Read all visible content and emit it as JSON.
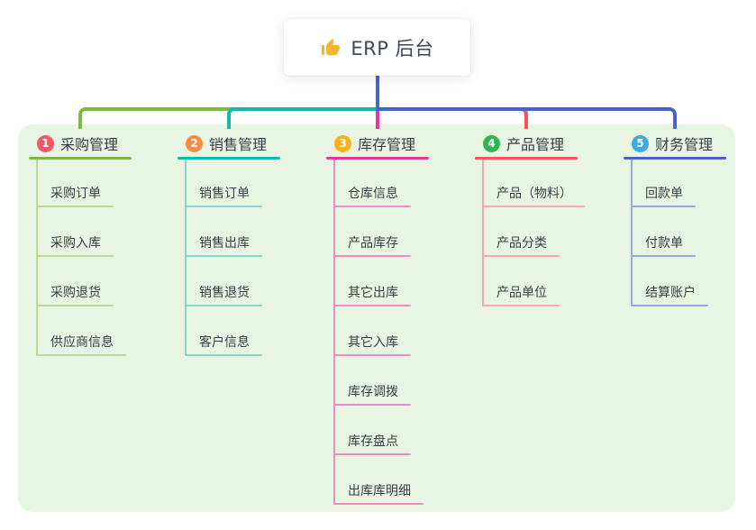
{
  "root": {
    "icon": "thumbs-up-icon",
    "title": "ERP 后台"
  },
  "branches": [
    {
      "num": "1",
      "title": "采购管理",
      "badge_color": "#f4566a",
      "line_color": "#7db942",
      "light_color": "#b9dc99",
      "children": [
        "采购订单",
        "采购入库",
        "采购退货",
        "供应商信息"
      ]
    },
    {
      "num": "2",
      "title": "销售管理",
      "badge_color": "#fa8c40",
      "line_color": "#14b8ae",
      "light_color": "#84d6cf",
      "children": [
        "销售订单",
        "销售出库",
        "销售退货",
        "客户信息"
      ]
    },
    {
      "num": "3",
      "title": "库存管理",
      "badge_color": "#fbb216",
      "line_color": "#e13a9c",
      "light_color": "#f08cc5",
      "children": [
        "仓库信息",
        "产品库存",
        "其它出库",
        "其它入库",
        "库存调拨",
        "库存盘点",
        "出库库明细"
      ]
    },
    {
      "num": "4",
      "title": "产品管理",
      "badge_color": "#2fb456",
      "line_color": "#f4555c",
      "light_color": "#f9a9ad",
      "children": [
        "产品（物料）",
        "产品分类",
        "产品单位"
      ]
    },
    {
      "num": "5",
      "title": "财务管理",
      "badge_color": "#38ace2",
      "line_color": "#4a63c8",
      "light_color": "#97a9de",
      "children": [
        "回款单",
        "付款单",
        "结算账户"
      ]
    }
  ],
  "colors": {
    "canvas_bg": "#ffffff",
    "panel_bg": "#e9f5e3",
    "root_edge": "#4a63c8",
    "root_icon": "#f5b62f"
  }
}
